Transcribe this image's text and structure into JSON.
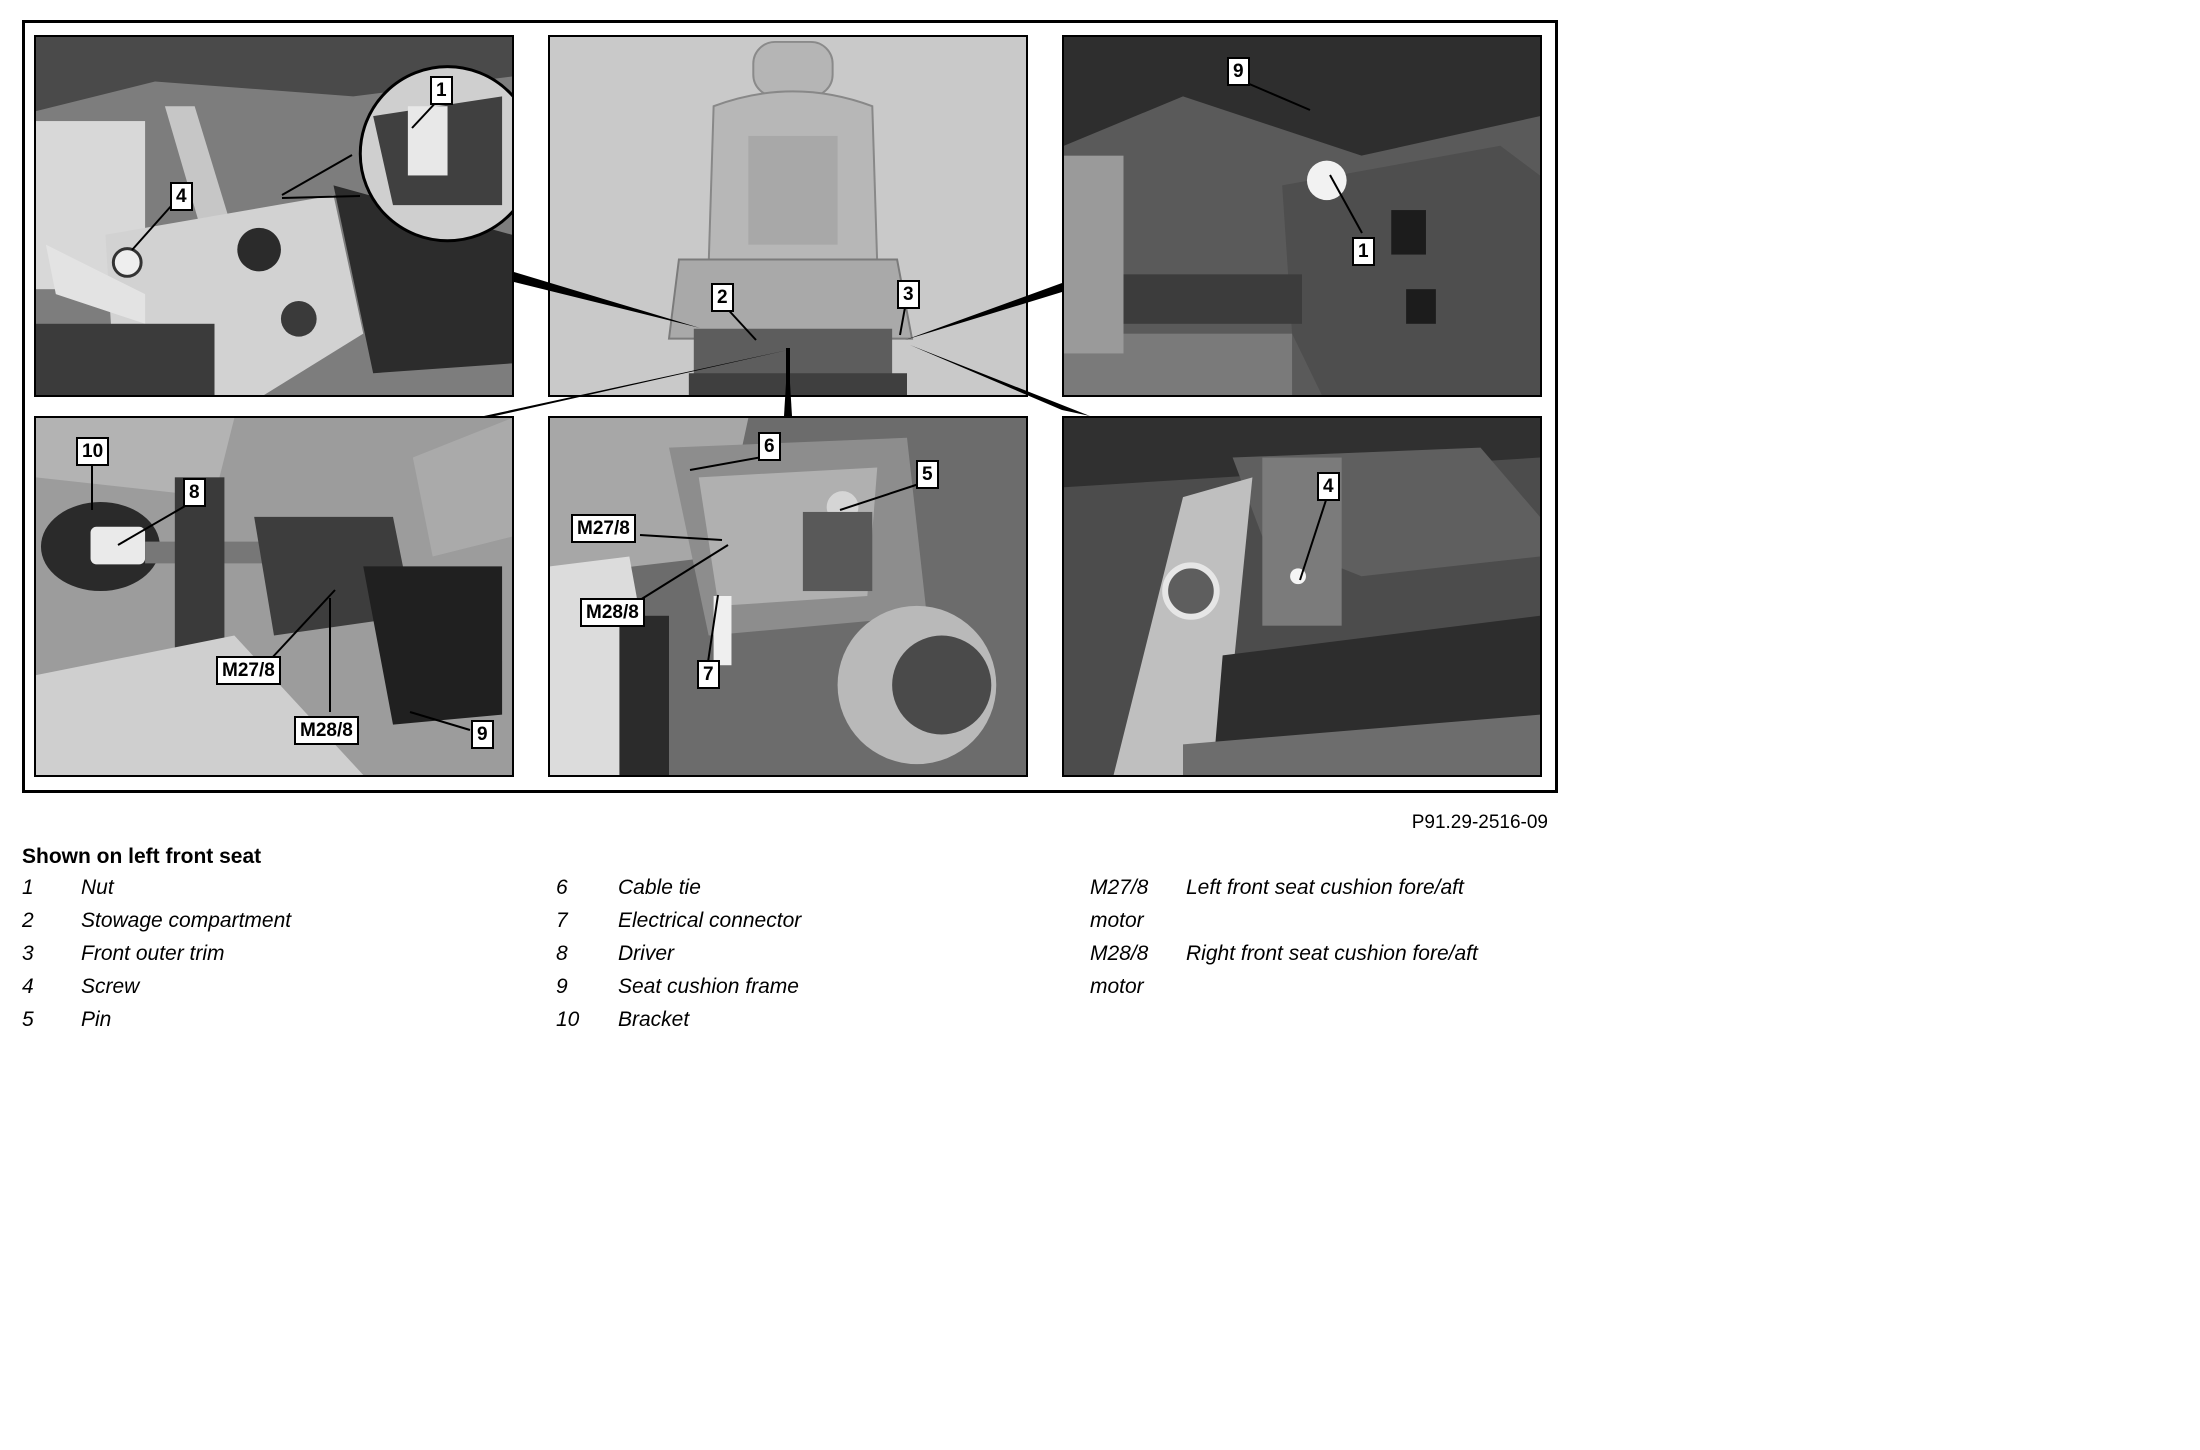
{
  "callouts": {
    "p1": [
      "1",
      "4"
    ],
    "p2": [
      "2",
      "3"
    ],
    "p3": [
      "9",
      "1"
    ],
    "p4": [
      "10",
      "8",
      "M27/8",
      "M28/8",
      "9"
    ],
    "p5": [
      "6",
      "5",
      "M27/8",
      "M28/8",
      "7"
    ],
    "p6": [
      "4"
    ]
  },
  "reference": "P91.29-2516-09",
  "heading": "Shown on left front seat",
  "legend_col1": [
    {
      "num": "1",
      "text": "Nut"
    },
    {
      "num": "2",
      "text": "Stowage compartment"
    },
    {
      "num": "3",
      "text": "Front outer trim"
    },
    {
      "num": "4",
      "text": "Screw"
    },
    {
      "num": "5",
      "text": "Pin"
    }
  ],
  "legend_col2": [
    {
      "num": "6",
      "text": "Cable tie"
    },
    {
      "num": "7",
      "text": "Electrical connector"
    },
    {
      "num": "8",
      "text": "Driver"
    },
    {
      "num": "9",
      "text": "Seat cushion frame"
    },
    {
      "num": "10",
      "text": "Bracket"
    }
  ],
  "legend_col3": [
    {
      "num": "M27/8",
      "text": "Left front seat cushion fore/aft"
    },
    {
      "cont": "motor"
    },
    {
      "num": "M28/8",
      "text": "Right front seat cushion fore/aft"
    },
    {
      "cont": "motor"
    }
  ]
}
